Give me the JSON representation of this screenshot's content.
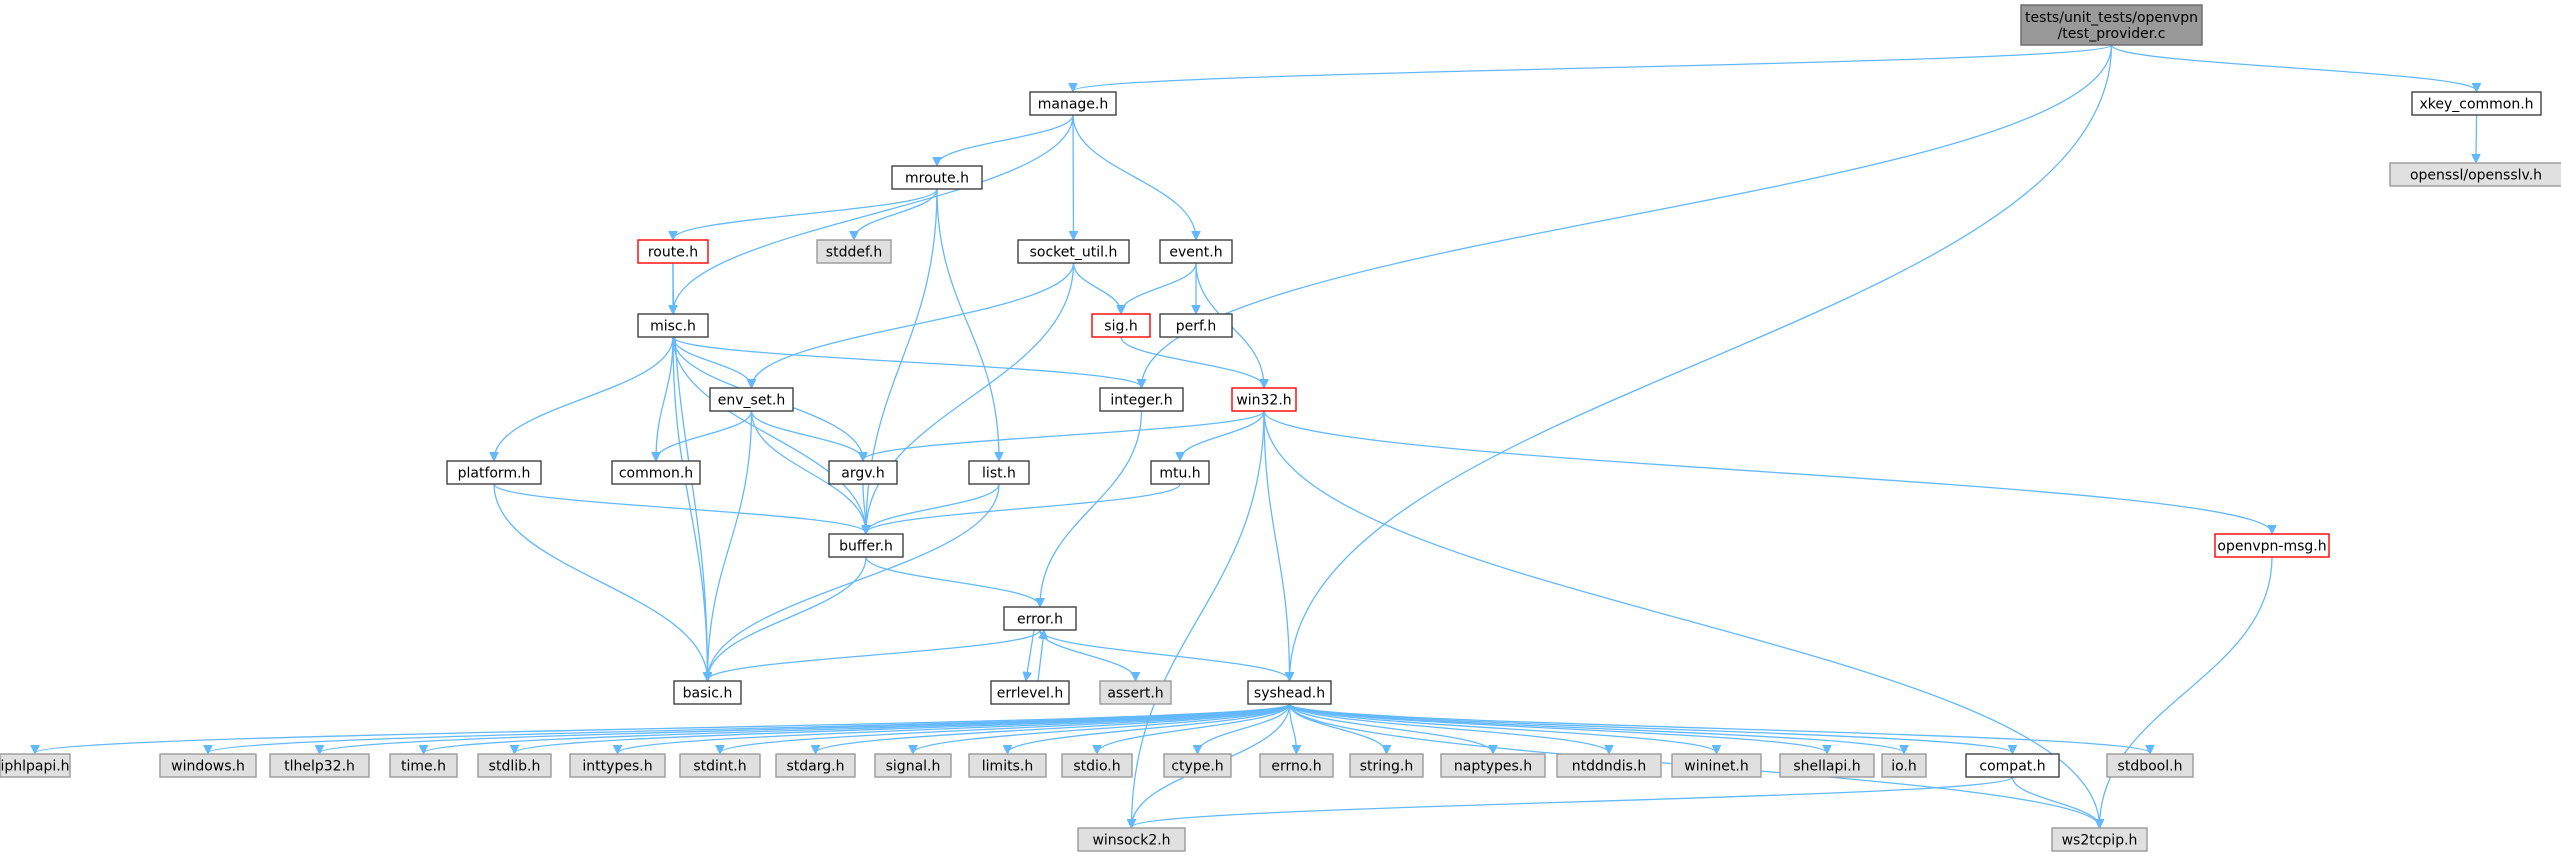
{
  "diagram": {
    "colors": {
      "edge": "#63b8ff",
      "root_fill": "#999999",
      "system_fill": "#e0e0e0",
      "error_border": "#ff0000",
      "normal_border": "#404040"
    },
    "nodes": [
      {
        "id": "root",
        "label": [
          "tests/unit_tests/openvpn",
          "/test_provider.c"
        ],
        "style": "root"
      },
      {
        "id": "manage",
        "label": [
          "manage.h"
        ],
        "style": "normal"
      },
      {
        "id": "xkey",
        "label": [
          "xkey_common.h"
        ],
        "style": "normal"
      },
      {
        "id": "opensslv",
        "label": [
          "openssl/opensslv.h"
        ],
        "style": "system"
      },
      {
        "id": "mroute",
        "label": [
          "mroute.h"
        ],
        "style": "normal"
      },
      {
        "id": "route",
        "label": [
          "route.h"
        ],
        "style": "red"
      },
      {
        "id": "stddef",
        "label": [
          "stddef.h"
        ],
        "style": "system"
      },
      {
        "id": "socketutil",
        "label": [
          "socket_util.h"
        ],
        "style": "normal"
      },
      {
        "id": "event",
        "label": [
          "event.h"
        ],
        "style": "normal"
      },
      {
        "id": "sig",
        "label": [
          "sig.h"
        ],
        "style": "red"
      },
      {
        "id": "perf",
        "label": [
          "perf.h"
        ],
        "style": "normal"
      },
      {
        "id": "misc",
        "label": [
          "misc.h"
        ],
        "style": "normal"
      },
      {
        "id": "envset",
        "label": [
          "env_set.h"
        ],
        "style": "normal"
      },
      {
        "id": "integer",
        "label": [
          "integer.h"
        ],
        "style": "normal"
      },
      {
        "id": "win32",
        "label": [
          "win32.h"
        ],
        "style": "red"
      },
      {
        "id": "platform",
        "label": [
          "platform.h"
        ],
        "style": "normal"
      },
      {
        "id": "common",
        "label": [
          "common.h"
        ],
        "style": "normal"
      },
      {
        "id": "argv",
        "label": [
          "argv.h"
        ],
        "style": "normal"
      },
      {
        "id": "list",
        "label": [
          "list.h"
        ],
        "style": "normal"
      },
      {
        "id": "mtu",
        "label": [
          "mtu.h"
        ],
        "style": "normal"
      },
      {
        "id": "opmsg",
        "label": [
          "openvpn-msg.h"
        ],
        "style": "red"
      },
      {
        "id": "buffer",
        "label": [
          "buffer.h"
        ],
        "style": "normal"
      },
      {
        "id": "error",
        "label": [
          "error.h"
        ],
        "style": "normal"
      },
      {
        "id": "basic",
        "label": [
          "basic.h"
        ],
        "style": "normal"
      },
      {
        "id": "errlevel",
        "label": [
          "errlevel.h"
        ],
        "style": "normal"
      },
      {
        "id": "assert",
        "label": [
          "assert.h"
        ],
        "style": "system"
      },
      {
        "id": "syshead",
        "label": [
          "syshead.h"
        ],
        "style": "normal"
      },
      {
        "id": "iphlpapi",
        "label": [
          "iphlpapi.h"
        ],
        "style": "system"
      },
      {
        "id": "windows",
        "label": [
          "windows.h"
        ],
        "style": "system"
      },
      {
        "id": "tlhelp32",
        "label": [
          "tlhelp32.h"
        ],
        "style": "system"
      },
      {
        "id": "time",
        "label": [
          "time.h"
        ],
        "style": "system"
      },
      {
        "id": "stdlib",
        "label": [
          "stdlib.h"
        ],
        "style": "system"
      },
      {
        "id": "inttypes",
        "label": [
          "inttypes.h"
        ],
        "style": "system"
      },
      {
        "id": "stdint",
        "label": [
          "stdint.h"
        ],
        "style": "system"
      },
      {
        "id": "stdarg",
        "label": [
          "stdarg.h"
        ],
        "style": "system"
      },
      {
        "id": "signal",
        "label": [
          "signal.h"
        ],
        "style": "system"
      },
      {
        "id": "limits",
        "label": [
          "limits.h"
        ],
        "style": "system"
      },
      {
        "id": "stdio",
        "label": [
          "stdio.h"
        ],
        "style": "system"
      },
      {
        "id": "ctype",
        "label": [
          "ctype.h"
        ],
        "style": "system"
      },
      {
        "id": "errno",
        "label": [
          "errno.h"
        ],
        "style": "system"
      },
      {
        "id": "string",
        "label": [
          "string.h"
        ],
        "style": "system"
      },
      {
        "id": "naptypes",
        "label": [
          "naptypes.h"
        ],
        "style": "system"
      },
      {
        "id": "ntddndis",
        "label": [
          "ntddndis.h"
        ],
        "style": "system"
      },
      {
        "id": "wininet",
        "label": [
          "wininet.h"
        ],
        "style": "system"
      },
      {
        "id": "shellapi",
        "label": [
          "shellapi.h"
        ],
        "style": "system"
      },
      {
        "id": "io",
        "label": [
          "io.h"
        ],
        "style": "system"
      },
      {
        "id": "compat",
        "label": [
          "compat.h"
        ],
        "style": "normal"
      },
      {
        "id": "stdbool",
        "label": [
          "stdbool.h"
        ],
        "style": "system"
      },
      {
        "id": "winsock2",
        "label": [
          "winsock2.h"
        ],
        "style": "system"
      },
      {
        "id": "ws2tcpip",
        "label": [
          "ws2tcpip.h"
        ],
        "style": "system"
      }
    ],
    "edges": [
      [
        "root",
        "manage"
      ],
      [
        "root",
        "xkey"
      ],
      [
        "root",
        "integer"
      ],
      [
        "root",
        "syshead"
      ],
      [
        "xkey",
        "opensslv"
      ],
      [
        "manage",
        "mroute"
      ],
      [
        "manage",
        "misc"
      ],
      [
        "manage",
        "socketutil"
      ],
      [
        "manage",
        "event"
      ],
      [
        "mroute",
        "route"
      ],
      [
        "mroute",
        "stddef"
      ],
      [
        "mroute",
        "buffer"
      ],
      [
        "mroute",
        "list"
      ],
      [
        "route",
        "misc"
      ],
      [
        "route",
        "basic"
      ],
      [
        "socketutil",
        "envset"
      ],
      [
        "socketutil",
        "sig"
      ],
      [
        "socketutil",
        "buffer"
      ],
      [
        "event",
        "sig"
      ],
      [
        "event",
        "perf"
      ],
      [
        "event",
        "win32"
      ],
      [
        "sig",
        "win32"
      ],
      [
        "misc",
        "envset"
      ],
      [
        "misc",
        "integer"
      ],
      [
        "misc",
        "platform"
      ],
      [
        "misc",
        "common"
      ],
      [
        "misc",
        "argv"
      ],
      [
        "misc",
        "buffer"
      ],
      [
        "misc",
        "basic"
      ],
      [
        "envset",
        "common"
      ],
      [
        "envset",
        "argv"
      ],
      [
        "envset",
        "buffer"
      ],
      [
        "envset",
        "basic"
      ],
      [
        "integer",
        "error"
      ],
      [
        "win32",
        "argv"
      ],
      [
        "win32",
        "mtu"
      ],
      [
        "win32",
        "opmsg"
      ],
      [
        "win32",
        "syshead"
      ],
      [
        "win32",
        "winsock2"
      ],
      [
        "win32",
        "ws2tcpip"
      ],
      [
        "platform",
        "buffer"
      ],
      [
        "platform",
        "basic"
      ],
      [
        "argv",
        "buffer"
      ],
      [
        "list",
        "buffer"
      ],
      [
        "list",
        "basic"
      ],
      [
        "mtu",
        "buffer"
      ],
      [
        "opmsg",
        "ws2tcpip"
      ],
      [
        "buffer",
        "error"
      ],
      [
        "buffer",
        "basic"
      ],
      [
        "error",
        "basic"
      ],
      [
        "error",
        "errlevel"
      ],
      [
        "error",
        "assert"
      ],
      [
        "error",
        "syshead"
      ],
      [
        "errlevel",
        "error"
      ],
      [
        "syshead",
        "iphlpapi"
      ],
      [
        "syshead",
        "windows"
      ],
      [
        "syshead",
        "tlhelp32"
      ],
      [
        "syshead",
        "time"
      ],
      [
        "syshead",
        "stdlib"
      ],
      [
        "syshead",
        "inttypes"
      ],
      [
        "syshead",
        "stdint"
      ],
      [
        "syshead",
        "stdarg"
      ],
      [
        "syshead",
        "signal"
      ],
      [
        "syshead",
        "limits"
      ],
      [
        "syshead",
        "stdio"
      ],
      [
        "syshead",
        "ctype"
      ],
      [
        "syshead",
        "errno"
      ],
      [
        "syshead",
        "string"
      ],
      [
        "syshead",
        "naptypes"
      ],
      [
        "syshead",
        "ntddndis"
      ],
      [
        "syshead",
        "wininet"
      ],
      [
        "syshead",
        "shellapi"
      ],
      [
        "syshead",
        "io"
      ],
      [
        "syshead",
        "compat"
      ],
      [
        "syshead",
        "stdbool"
      ],
      [
        "syshead",
        "winsock2"
      ],
      [
        "syshead",
        "ws2tcpip"
      ],
      [
        "compat",
        "winsock2"
      ],
      [
        "compat",
        "ws2tcpip"
      ]
    ]
  }
}
